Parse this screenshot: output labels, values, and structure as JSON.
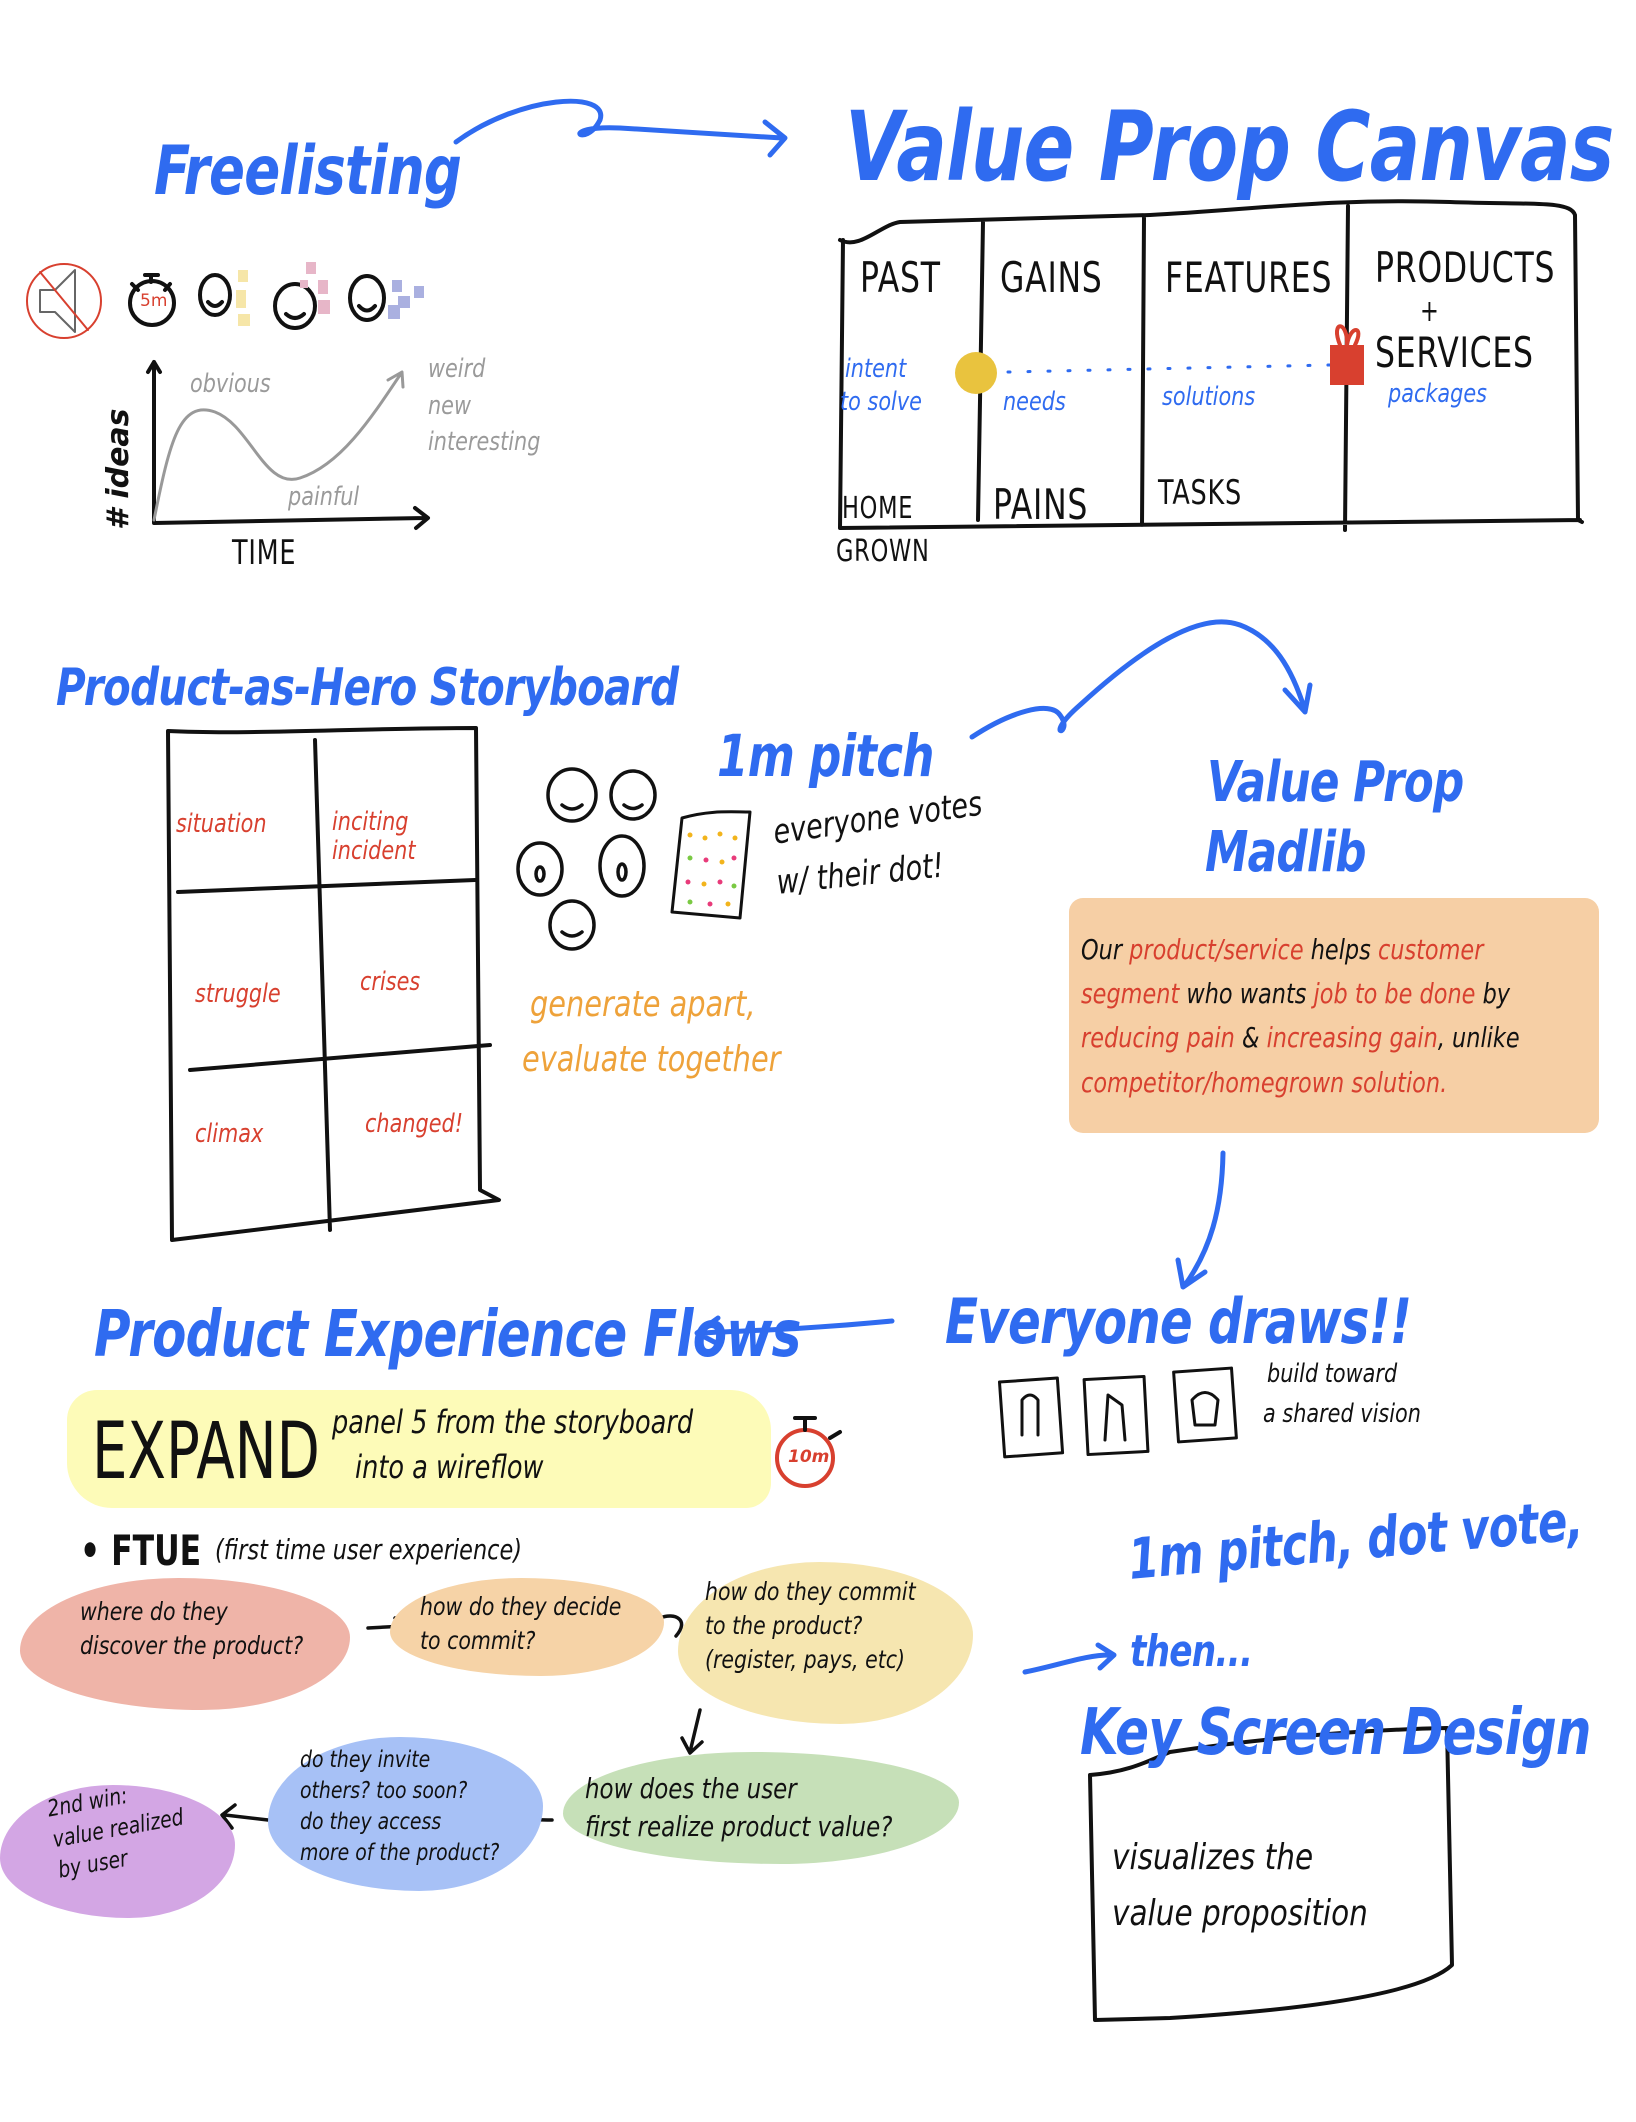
{
  "freelisting": {
    "title": "Freelisting",
    "timer": "5m",
    "graph": {
      "ylabel": "# ideas",
      "xlabel": "TIME",
      "obvious": "obvious",
      "painful": "painful",
      "weird": "weird",
      "new": "new",
      "interesting": "interesting"
    }
  },
  "canvas": {
    "title": "Value Prop Canvas",
    "past": "PAST",
    "gains": "GAINS",
    "features": "FEATURES",
    "products": "PRODUCTS",
    "plus": "+",
    "services": "SERVICES",
    "intent1": "intent",
    "intent2": "to solve",
    "needs": "needs",
    "solutions": "solutions",
    "packages": "packages",
    "home": "HOME",
    "grown": "GROWN",
    "pains": "PAINS",
    "tasks": "TASKS"
  },
  "storyboard": {
    "title": "Product-as-Hero Storyboard",
    "cells": [
      "situation",
      "inciting\nincident",
      "struggle",
      "crises",
      "climax",
      "changed!"
    ]
  },
  "pitch": {
    "title": "1m pitch",
    "votes1": "everyone votes",
    "votes2": "w/ their dot!",
    "gen1": "generate apart,",
    "gen2": "evaluate together"
  },
  "madlib": {
    "title1": "Value Prop",
    "title2": "Madlib",
    "segments": [
      {
        "text": "Our ",
        "c": "black"
      },
      {
        "text": "product/service",
        "c": "red"
      },
      {
        "text": " helps ",
        "c": "black"
      },
      {
        "text": "customer segment",
        "c": "red"
      },
      {
        "text": " who wants ",
        "c": "black"
      },
      {
        "text": "job to be done",
        "c": "red"
      },
      {
        "text": " by ",
        "c": "black"
      },
      {
        "text": "reducing pain",
        "c": "red"
      },
      {
        "text": " & ",
        "c": "black"
      },
      {
        "text": "increasing gain",
        "c": "red"
      },
      {
        "text": ", unlike ",
        "c": "black"
      },
      {
        "text": "competitor/homegrown",
        "c": "red"
      },
      {
        "text": " solution.",
        "c": "red"
      }
    ]
  },
  "draws": {
    "title": "Everyone draws!!",
    "note1": "build toward",
    "note2": "a shared vision"
  },
  "flows": {
    "title": "Product Experience Flows",
    "expand": "EXPAND",
    "expand_note1": "panel 5 from the storyboard",
    "expand_note2": "into a wireflow",
    "timer": "10m",
    "ftue": "• FTUE",
    "ftue_note": "(first time user experience)",
    "steps": [
      "where do they\ndiscover the product?",
      "how do they decide\nto commit?",
      "how do they commit\nto the product?\n(register, pays, etc)",
      "how does the user\nfirst realize product value?",
      "do they invite\nothers? too soon?\ndo they access\nmore of the product?",
      "2nd win:\nvalue realized\nby user"
    ]
  },
  "keyscreen": {
    "pre1": "1m pitch, dot vote,",
    "pre2": "then...",
    "title": "Key Screen Design",
    "body": "visualizes the\nvalue proposition"
  },
  "colors": {
    "blue": "#2f6bf0",
    "red": "#d8402f",
    "madlib_bg": "#f6cfa5",
    "expand_bg": "#fdfbb8"
  }
}
